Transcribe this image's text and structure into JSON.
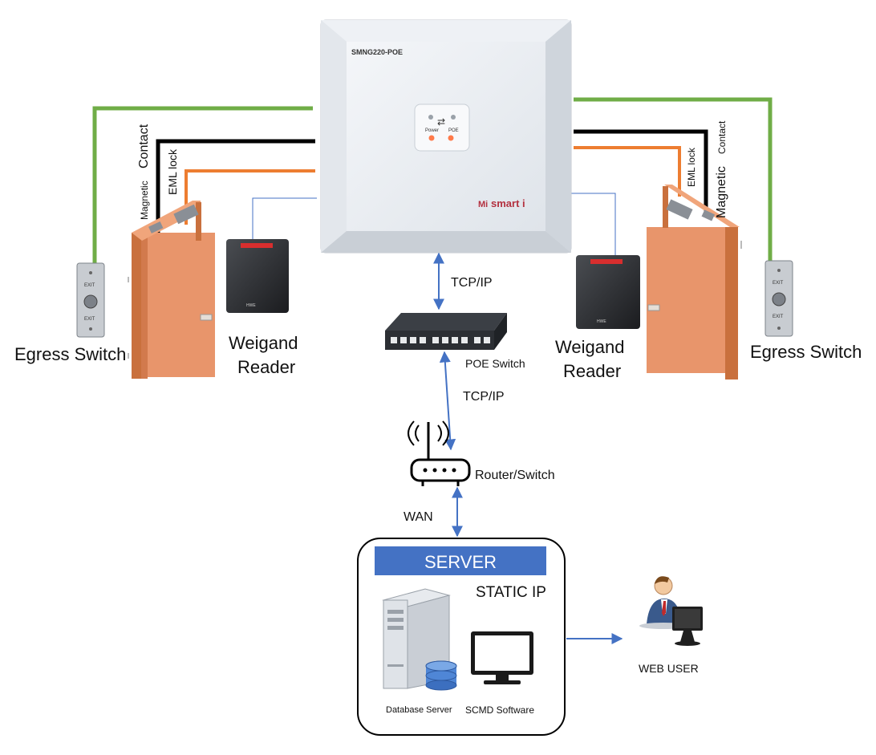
{
  "controller": {
    "model": "SMNG220-POE",
    "power_label": "Power",
    "poe_label": "POE",
    "brand": "smart i",
    "brand_mark": "Mi"
  },
  "left": {
    "egress_switch": "Egress Switch",
    "reader_line1": "Weigand",
    "reader_line2": "Reader",
    "magnetic_small": "Magnetic",
    "contact_big": "Contact",
    "eml_lock": "EML lock",
    "button_top": "EXIT",
    "button_bottom": "EXIT"
  },
  "right": {
    "egress_switch": "Egress Switch",
    "reader_line1": "Weigand",
    "reader_line2": "Reader",
    "magnetic_big": "Magnetic",
    "contact_small": "Contact",
    "eml_lock": "EML lock",
    "button_top": "EXIT",
    "button_bottom": "EXIT"
  },
  "network": {
    "tcpip_top": "TCP/IP",
    "poe_switch": "POE Switch",
    "tcpip_mid": "TCP/IP",
    "router": "Router/Switch",
    "wan": "WAN"
  },
  "server": {
    "title": "SERVER",
    "static_ip": "STATIC IP",
    "database_server": "Database Server",
    "software": "SCMD Software"
  },
  "web_user": "WEB USER",
  "reader_brand": "HWE",
  "colors": {
    "green_wire": "#70ad47",
    "black_wire": "#000000",
    "orange_wire": "#ed7d31",
    "arrow_blue": "#4472c4",
    "server_bar": "#4472c4",
    "door": "#e8956b"
  }
}
